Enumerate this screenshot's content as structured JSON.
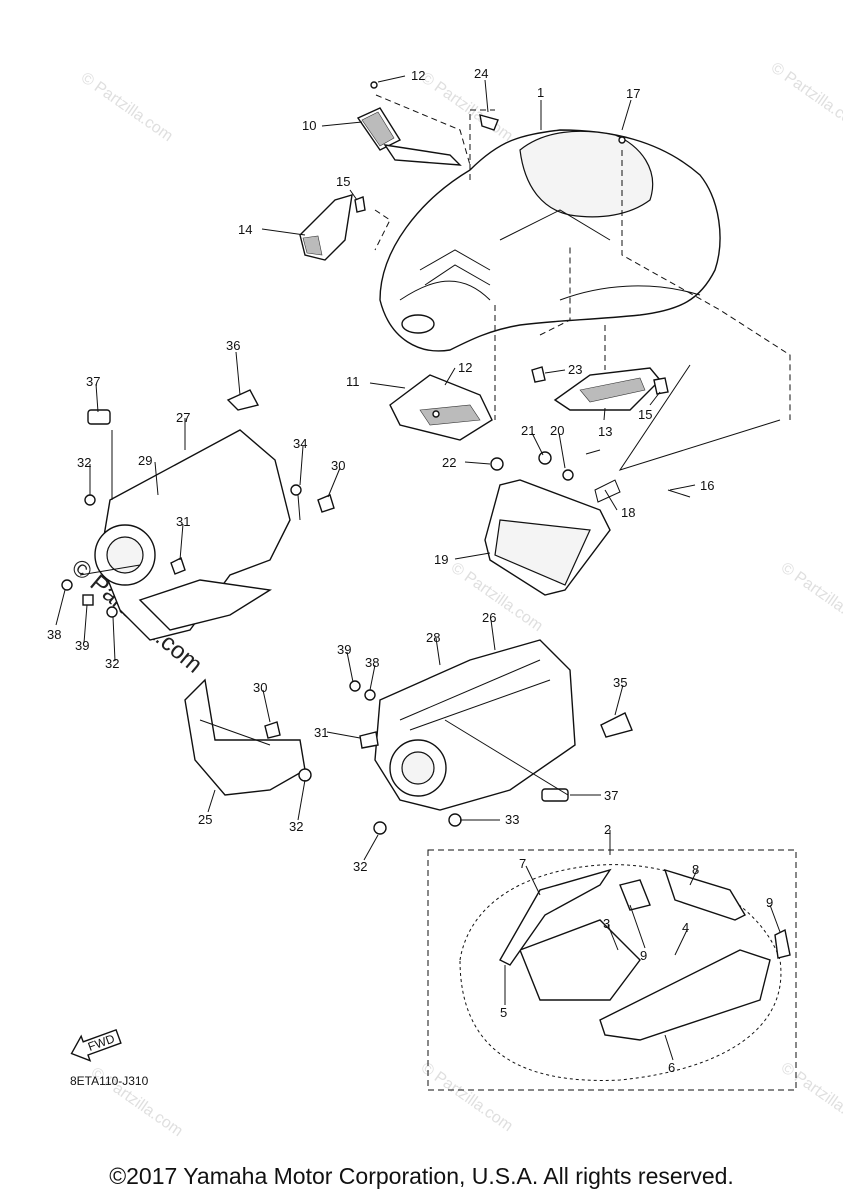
{
  "callouts": [
    "1",
    "2",
    "3",
    "4",
    "5",
    "6",
    "7",
    "8",
    "9",
    "10",
    "11",
    "12",
    "13",
    "14",
    "15",
    "16",
    "17",
    "18",
    "19",
    "20",
    "21",
    "22",
    "23",
    "24",
    "25",
    "26",
    "27",
    "28",
    "29",
    "30",
    "31",
    "32",
    "33",
    "34",
    "35",
    "36",
    "37",
    "38",
    "39"
  ],
  "labels": {
    "n12a": "12",
    "n24": "24",
    "n1": "1",
    "n17": "17",
    "n10": "10",
    "n15a": "15",
    "n14": "14",
    "n36": "36",
    "n12b": "12",
    "n11": "11",
    "n23": "23",
    "n37a": "37",
    "n13": "13",
    "n15b": "15",
    "n27": "27",
    "n21": "21",
    "n20": "20",
    "n34": "34",
    "n32a": "32",
    "n29": "29",
    "n22": "22",
    "n30a": "30",
    "n16": "16",
    "n18": "18",
    "n31a": "31",
    "n19": "19",
    "n38a": "38",
    "n39a": "39",
    "n32b": "32",
    "n26": "26",
    "n28": "28",
    "n39b": "39",
    "n38b": "38",
    "n35": "35",
    "n30b": "30",
    "n31b": "31",
    "n37b": "37",
    "n25": "25",
    "n32c": "32",
    "n33": "33",
    "n32d": "32",
    "n2": "2",
    "n7": "7",
    "n8": "8",
    "n9a": "9",
    "n3": "3",
    "n4": "4",
    "n9b": "9",
    "n5": "5",
    "n6": "6"
  },
  "fwd_label": "FWD",
  "diagram_code": "8ETA110-J310",
  "watermark": "© Partzilla.com",
  "copyright": "©2017 Yamaha Motor Corporation, U.S.A. All rights reserved."
}
